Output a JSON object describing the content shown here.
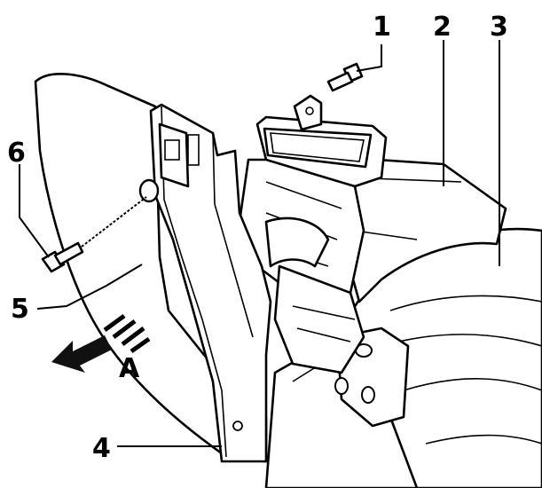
{
  "callouts": {
    "c1": "1",
    "c2": "2",
    "c3": "3",
    "c4": "4",
    "c5": "5",
    "c6": "6"
  },
  "arrow_label": "A",
  "colors": {
    "line": "#000000",
    "background": "#ffffff"
  }
}
